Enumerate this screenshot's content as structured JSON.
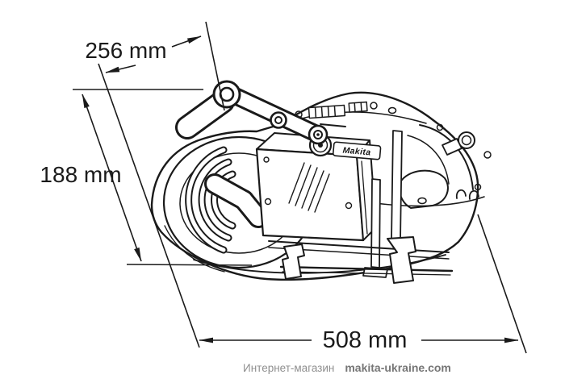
{
  "machine": {
    "name": "portable-band-saw-line-drawing",
    "brand": "Makita"
  },
  "dimensions": {
    "width_top": {
      "label": "256 mm",
      "value": 256,
      "unit": "mm"
    },
    "height": {
      "label": "188 mm",
      "value": 188,
      "unit": "mm"
    },
    "length": {
      "label": "508 mm",
      "value": 508,
      "unit": "mm"
    }
  },
  "footer": {
    "store_label": "Интернет-магазин",
    "site": "makita-ukraine.com"
  },
  "colors": {
    "line": "#1a1a1a",
    "background": "#ffffff",
    "footer_text": "#8f8f8f",
    "footer_site": "#767676"
  }
}
